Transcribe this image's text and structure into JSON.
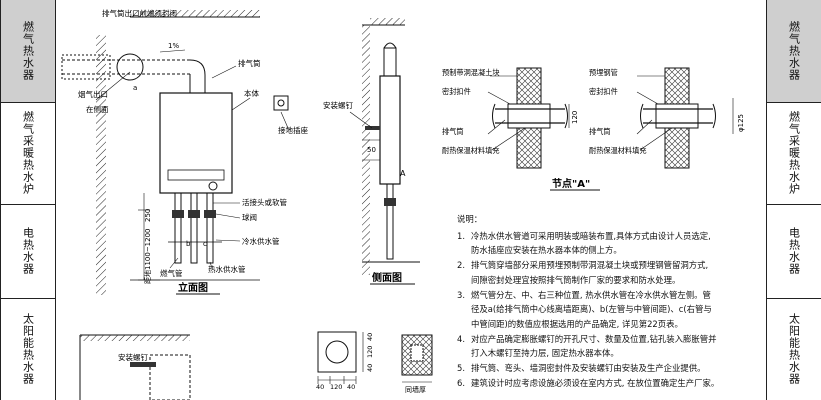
{
  "side_tabs_left": [
    "燃气热水器",
    "燃气采暖热水炉",
    "电热水器",
    "太阳能热水器"
  ],
  "side_tabs_right": [
    "燃气热水器",
    "燃气采暖热水炉",
    "电热水器",
    "太阳能热水器"
  ],
  "front_view": {
    "title": "立面图",
    "labels": {
      "top_sealed": "排气筒出口前端须封闭",
      "slope": "1%",
      "flue": "排气筒",
      "flue_outlet_line1": "烟气出口",
      "flue_outlet_line2": "在侧面",
      "body": "本体",
      "socket": "接地插座",
      "hose": "活接头或软管",
      "valve": "球阀",
      "cold_pipe": "冷水供水管",
      "gas_pipe": "燃气管",
      "hot_pipe": "热水供水管",
      "dim_height": "距地1100~1200",
      "dim_value": "250",
      "a": "a",
      "b": "b",
      "c": "c"
    }
  },
  "side_view": {
    "title": "侧面图",
    "labels": {
      "screw": "安装螺钉",
      "dim": "50",
      "a_mark": "A"
    }
  },
  "node_a": {
    "title": "节点\"A\"",
    "left_labels": {
      "sleeve": "预制带洞混凝土块",
      "seal": "密封扣件",
      "flue": "排气筒",
      "filler": "耐热保温材料填充",
      "dim": "120"
    },
    "right_labels": {
      "sleeve": "预埋钢管",
      "seal": "密封扣件",
      "flue": "排气筒",
      "filler": "耐热保温材料填充",
      "dim": "φ125"
    }
  },
  "bottom_area": {
    "screw": "安装螺钉",
    "dim1": "40",
    "dim2": "120",
    "dim3": "40",
    "dim4": "40",
    "dim5": "120",
    "dim6": "40",
    "label": "同墙厚"
  },
  "notes": {
    "heading": "说明：",
    "items": [
      {
        "num": "1.",
        "text": "冷热水供水管道可采用明装或暗装布置,具体方式由设计人员选定,"
      },
      {
        "num": "",
        "text": "防水插座应安装在热水器本体的侧上方。"
      },
      {
        "num": "2.",
        "text": "排气筒穿墙部分采用预埋预制带洞混凝土块或预埋钢管留洞方式,"
      },
      {
        "num": "",
        "text": "间隙密封处理宜按照排气筒制作厂家的要求和防水处理。"
      },
      {
        "num": "3.",
        "text": "燃气管分左、中、右三种位置, 热水供水管在冷水供水管左侧。管"
      },
      {
        "num": "",
        "text": "径及a(给排气筒中心线离墙距离)、b(左管与中管间距)、c(右管与"
      },
      {
        "num": "",
        "text": "中管间距)的数值应根据选用的产品确定, 详见第22页表。"
      },
      {
        "num": "4.",
        "text": "对应产品确定膨胀螺钉的开孔尺寸、数量及位置,钻孔装入膨胀管并"
      },
      {
        "num": "",
        "text": "打入木螺钉至持力层, 固定热水器本体。"
      },
      {
        "num": "5.",
        "text": "排气筒、弯头、墙洞密封件及安装螺钉由安装及生产企业提供。"
      },
      {
        "num": "6.",
        "text": "建筑设计时应考虑设施必须设在室内方式, 在放位置确定生产厂家。"
      }
    ]
  }
}
